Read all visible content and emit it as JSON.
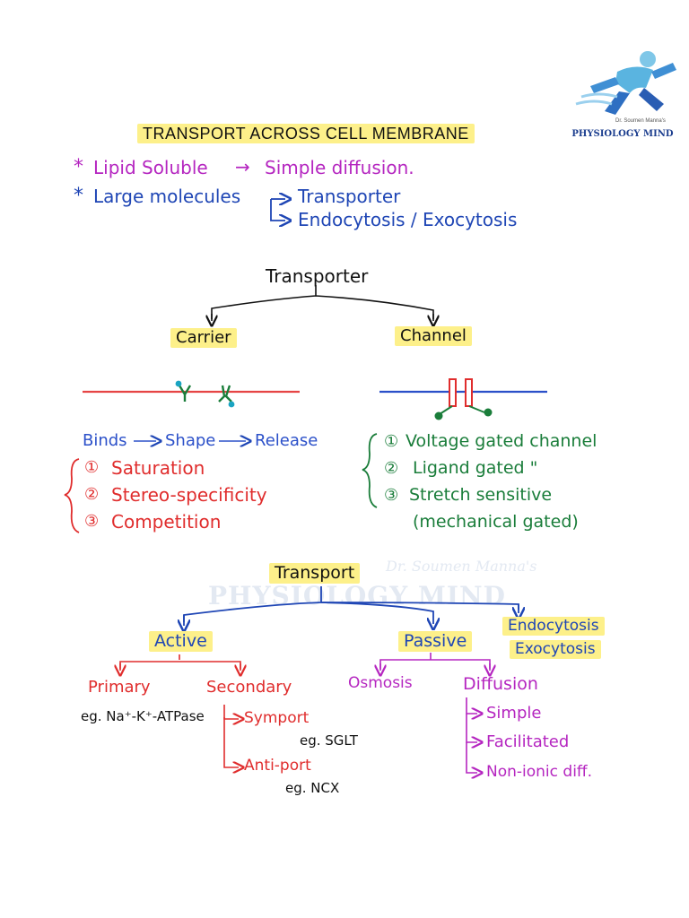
{
  "logo": {
    "name": "PHYSIOLOGY MIND",
    "byline": "Dr. Soumen Manna's"
  },
  "watermark": {
    "byline": "Dr. Soumen Manna's",
    "name": "PHYSIOLOGY MIND"
  },
  "colors": {
    "highlight": "#fdf08a",
    "purple": "#b526c0",
    "blue": "#1f46b5",
    "red": "#e02d2d",
    "green": "#1a7d3a",
    "black": "#111111",
    "membrane_red": "#e64545",
    "membrane_blue": "#2b50c9"
  },
  "header": {
    "title": "TRANSPORT ACROSS CELL MEMBRANE",
    "bullet1": {
      "star": "*",
      "left": "Lipid Soluble",
      "arrow": "→",
      "right": "Simple diffusion."
    },
    "bullet2": {
      "star": "*",
      "left": "Large molecules",
      "branch1": "Transporter",
      "branch2": "Endocytosis / Exocytosis"
    }
  },
  "transporter": {
    "title": "Transporter",
    "carrier": {
      "label": "Carrier",
      "process": {
        "binds": "Binds",
        "shape": "Shape",
        "release": "Release",
        "arrow": "→"
      },
      "features": [
        {
          "num": "①",
          "text": "Saturation"
        },
        {
          "num": "②",
          "text": "Stereo-specificity"
        },
        {
          "num": "③",
          "text": "Competition"
        }
      ]
    },
    "channel": {
      "label": "Channel",
      "types": [
        {
          "num": "①",
          "text": "Voltage gated channel"
        },
        {
          "num": "②",
          "text": "Ligand gated  \""
        },
        {
          "num": "③",
          "text": "Stretch sensitive"
        }
      ],
      "note": "(mechanical gated)"
    }
  },
  "transport": {
    "title": "Transport",
    "active": {
      "label": "Active",
      "primary": {
        "label": "Primary",
        "example": "eg. Na⁺-K⁺-ATPase"
      },
      "secondary": {
        "label": "Secondary",
        "symport": {
          "label": "Symport",
          "example": "eg. SGLT"
        },
        "antiport": {
          "label": "Anti-port",
          "example": "eg. NCX"
        }
      }
    },
    "passive": {
      "label": "Passive",
      "osmosis": "Osmosis",
      "diffusion": {
        "label": "Diffusion",
        "types": [
          "Simple",
          "Facilitated",
          "Non-ionic diff."
        ]
      }
    },
    "endo": {
      "line1": "Endocytosis",
      "line2": "Exocytosis"
    }
  }
}
